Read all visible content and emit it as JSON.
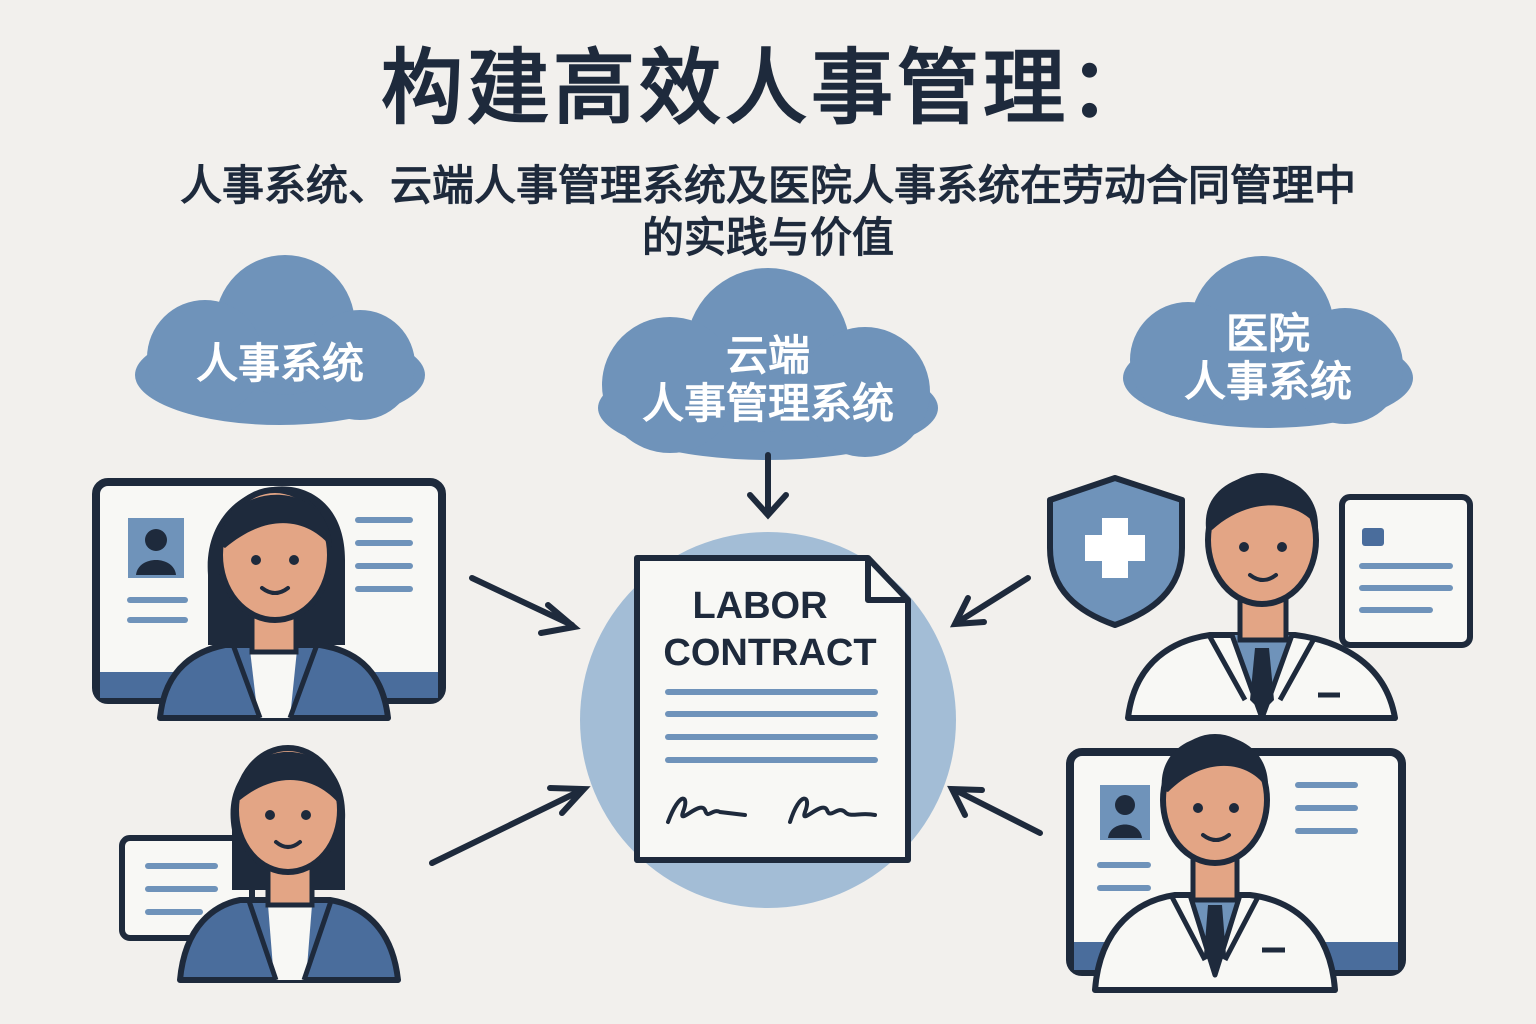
{
  "header": {
    "title": "构建高效人事管理：",
    "subtitle_line1": "人事系统、云端人事管理系统及医院人事系统在劳动合同管理中",
    "subtitle_line2": "的实践与价值"
  },
  "clouds": {
    "left": "人事系统",
    "center_line1": "云端",
    "center_line2": "人事管理系统",
    "right_line1": "医院",
    "right_line2": "人事系统"
  },
  "contract": {
    "title_line1": "LABOR",
    "title_line2": "CONTRACT"
  },
  "icons": {
    "medical": "shield-cross-icon",
    "profile": "id-card-icon"
  },
  "colors": {
    "background": "#f2f0ed",
    "navy": "#1e2a3c",
    "blue": "#6f93ba",
    "light_blue": "#a3bdd6",
    "jacket": "#4a6d9c",
    "skin": "#e3a585",
    "paper": "#f8f8f5"
  }
}
